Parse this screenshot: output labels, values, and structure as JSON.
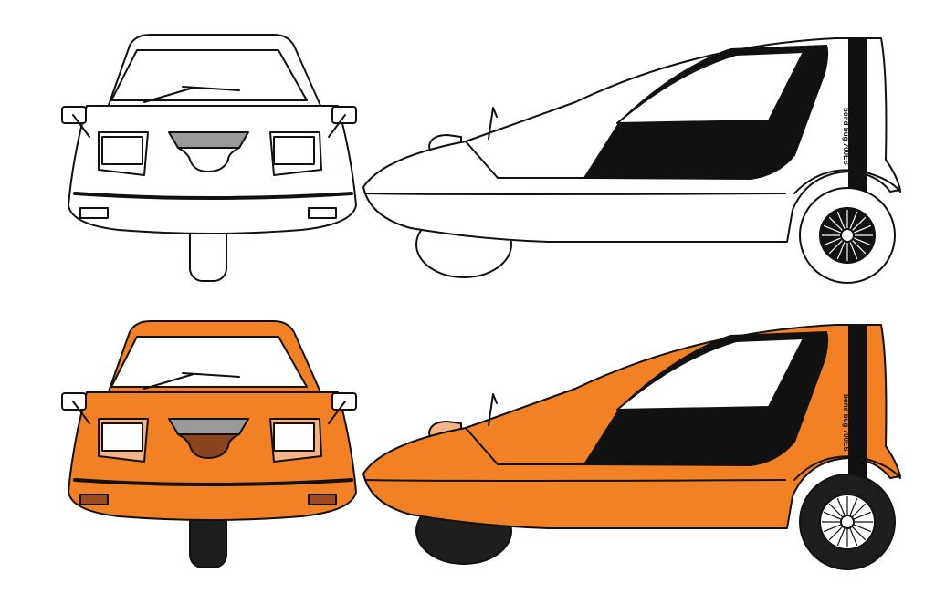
{
  "decal_logo_text": "bond bug 700ES",
  "variants": [
    {
      "name": "line-art",
      "colors": {
        "body": "#ffffff",
        "accent": "#ffffff",
        "nose": "#ffffff",
        "lamp": "#ffffff",
        "indicator": "#ffffff",
        "tire": "#ffffff",
        "glass": "#ffffff",
        "interior": "#111111"
      }
    },
    {
      "name": "orange",
      "colors": {
        "body": "#F28024",
        "accent": "#F6B387",
        "nose": "#8C4420",
        "lamp": "#F6B387",
        "indicator": "#9C4A1E",
        "tire": "#1E1E1E",
        "glass": "#ffffff",
        "interior": "#111111"
      }
    }
  ]
}
